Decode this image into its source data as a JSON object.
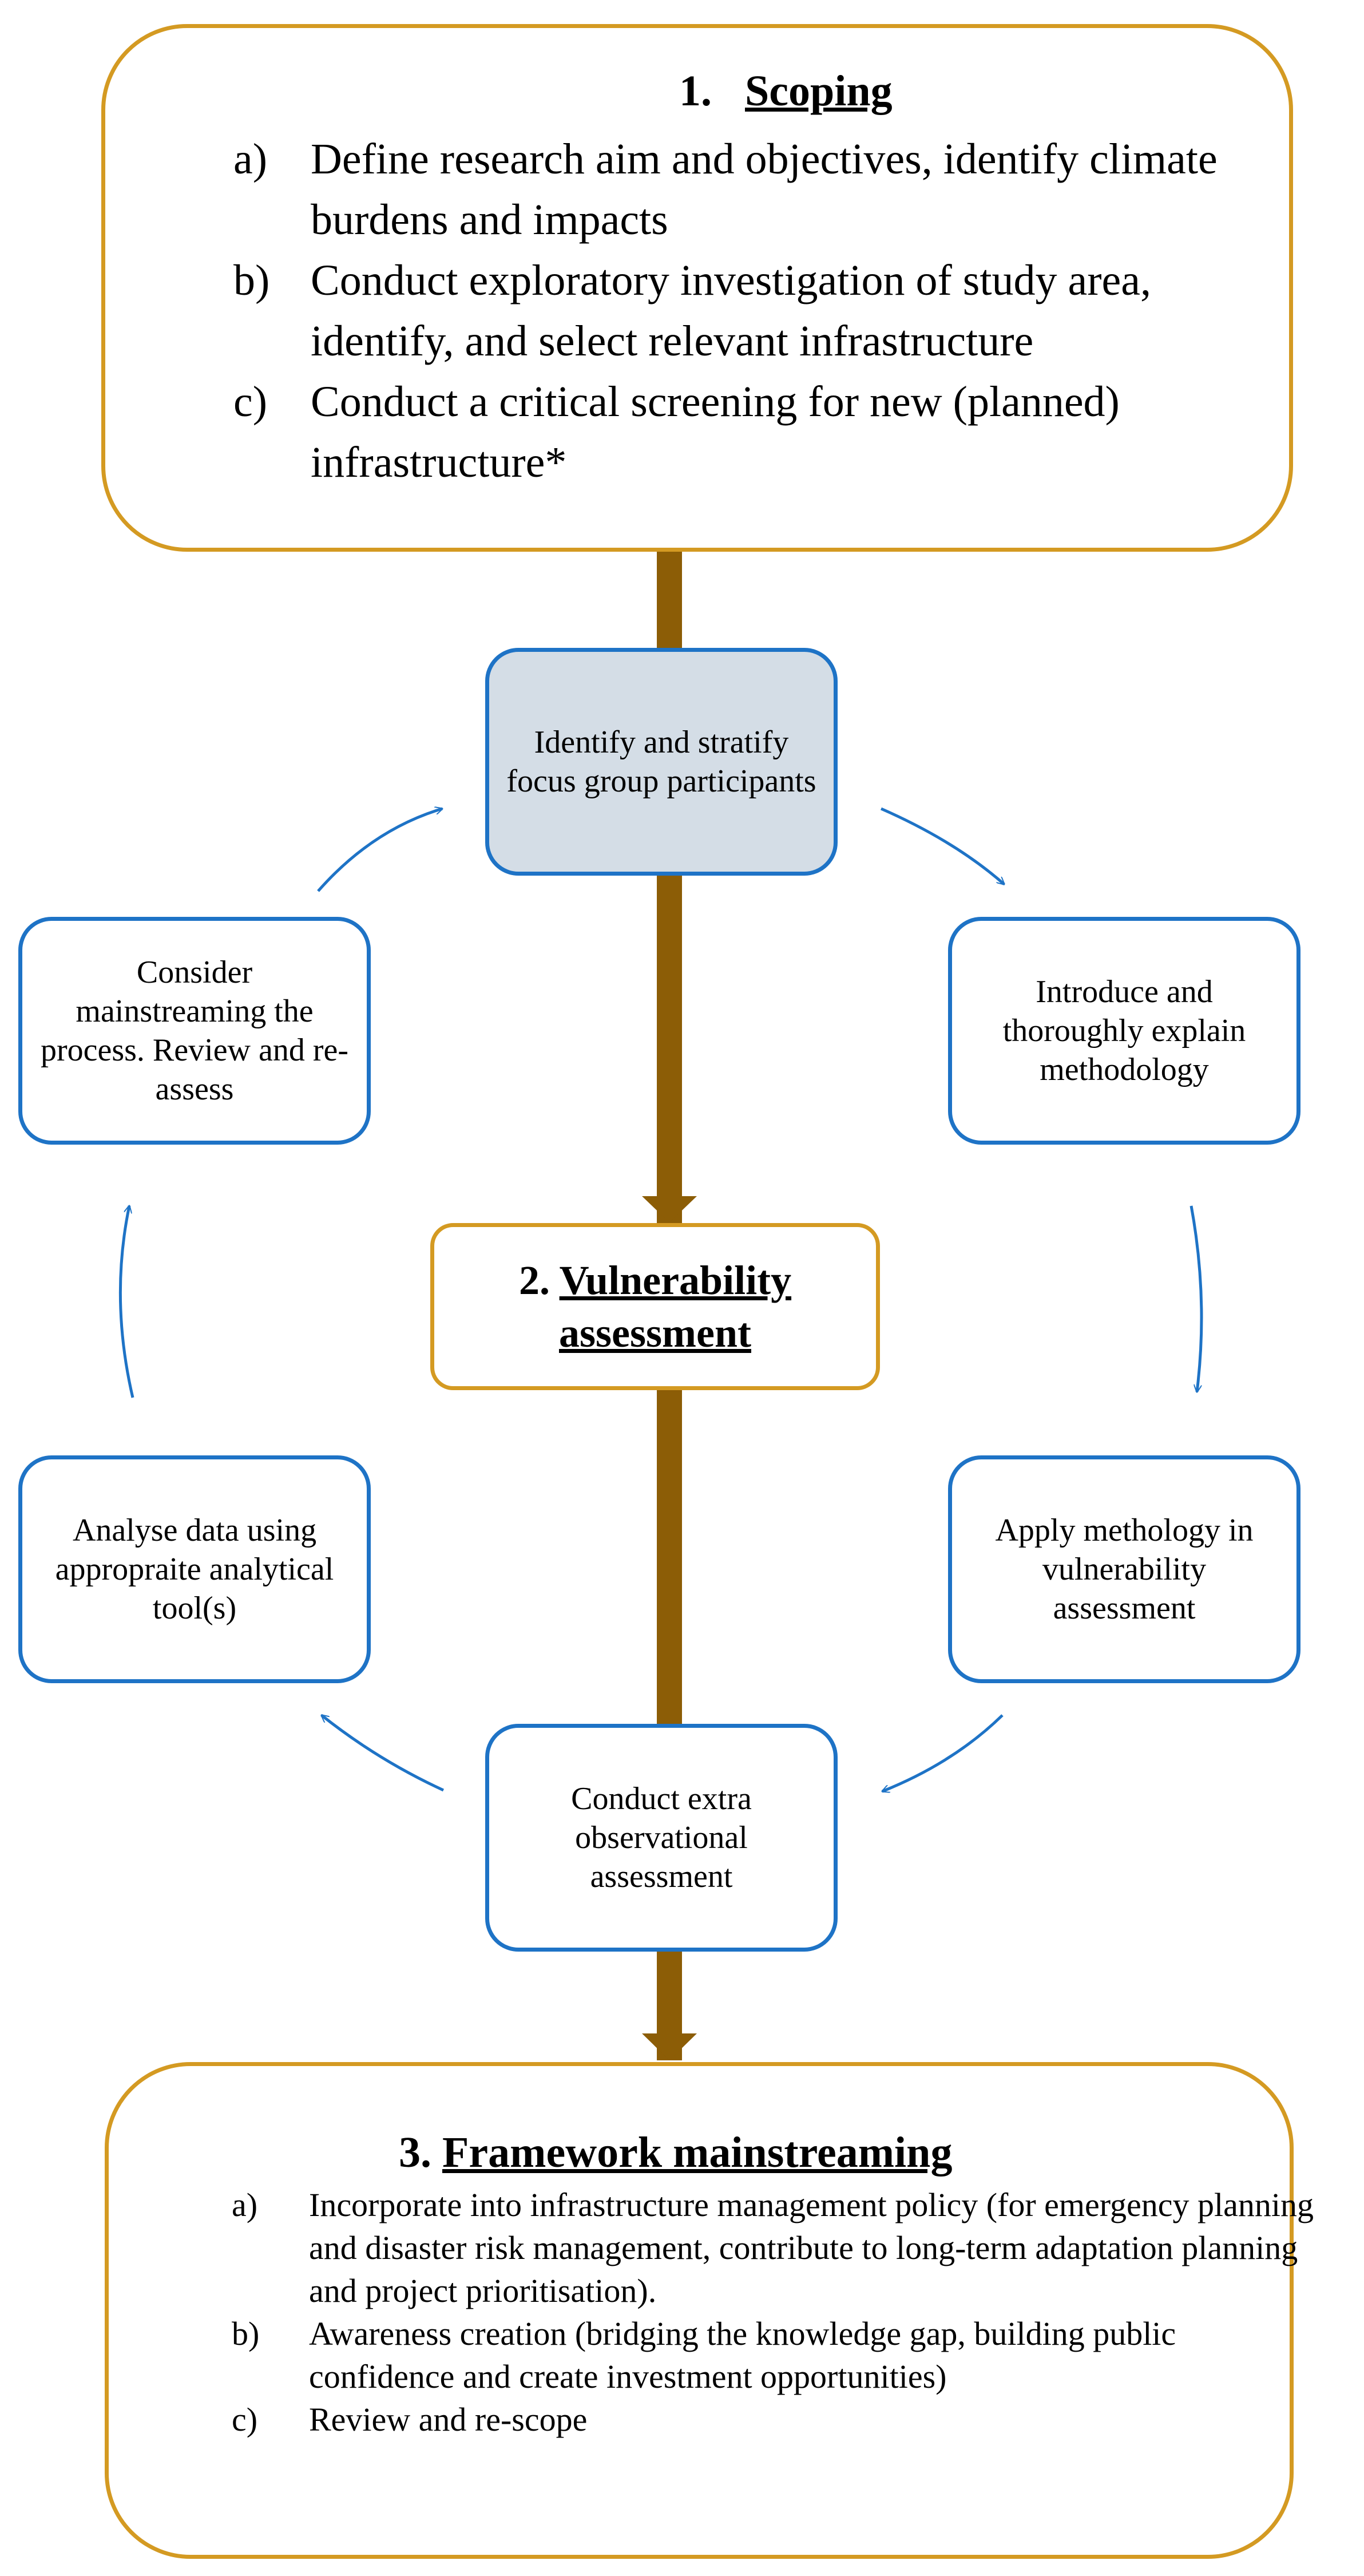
{
  "stage1": {
    "number": "1.",
    "title": "Scoping",
    "items": [
      {
        "marker": "a)",
        "text": "Define research aim and objectives, identify climate burdens and impacts"
      },
      {
        "marker": "b)",
        "text": "Conduct exploratory investigation of study area, identify, and select relevant infrastructure"
      },
      {
        "marker": "c)",
        "text": "Conduct a critical screening for new (planned) infrastructure*"
      }
    ]
  },
  "cycle": {
    "identify": "Identify and stratify focus group participants",
    "introduce": "Introduce and thoroughly explain methodology",
    "apply": "Apply methology in vulnerability assessment",
    "observe": "Conduct extra observational assessment",
    "analyse": "Analyse data using appropraite analytical tool(s)",
    "consider": "Consider mainstreaming the process. Review and re-assess"
  },
  "stage2": {
    "number": "2.",
    "title": "Vulnerability assessment"
  },
  "stage3": {
    "number": "3.",
    "title": "Framework mainstreaming",
    "items": [
      {
        "marker": "a)",
        "text": "Incorporate into infrastructure management policy (for emergency planning and disaster risk management, contribute to long-term adaptation planning and project prioritisation)."
      },
      {
        "marker": "b)",
        "text": "Awareness creation (bridging the knowledge gap, building public confidence and create investment opportunities)"
      },
      {
        "marker": "c)",
        "text": "Review and re-scope"
      }
    ]
  },
  "colors": {
    "stage_border": "#d49a22",
    "cycle_border": "#1e73c6",
    "highlight_fill": "#d4dde6",
    "main_arrow": "#8c5d06"
  }
}
